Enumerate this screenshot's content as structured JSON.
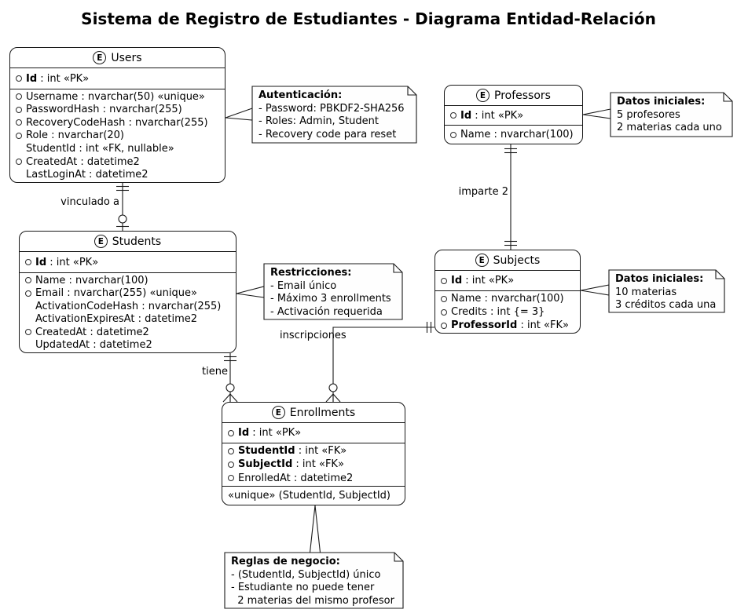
{
  "title": "Sistema de Registro de Estudiantes - Diagrama Entidad-Relación",
  "icon_letter": "E",
  "colors": {
    "border": "#181818",
    "background": "#ffffff",
    "text": "#000000"
  },
  "entities": {
    "users": {
      "name": "Users",
      "pk": {
        "label": "Id",
        "suffix": " : int «PK»",
        "bullet": true,
        "bold": true
      },
      "fields": [
        {
          "label": "Username",
          "suffix": " : nvarchar(50) «unique»",
          "bullet": true,
          "bold": false
        },
        {
          "label": "PasswordHash",
          "suffix": " : nvarchar(255)",
          "bullet": true,
          "bold": false
        },
        {
          "label": "RecoveryCodeHash",
          "suffix": " : nvarchar(255)",
          "bullet": true,
          "bold": false
        },
        {
          "label": "Role",
          "suffix": " : nvarchar(20)",
          "bullet": true,
          "bold": false
        },
        {
          "label": "StudentId",
          "suffix": " : int «FK, nullable»",
          "bullet": false,
          "bold": false
        },
        {
          "label": "CreatedAt",
          "suffix": " : datetime2",
          "bullet": true,
          "bold": false
        },
        {
          "label": "LastLoginAt",
          "suffix": " : datetime2",
          "bullet": false,
          "bold": false
        }
      ]
    },
    "students": {
      "name": "Students",
      "pk": {
        "label": "Id",
        "suffix": " : int «PK»",
        "bullet": true,
        "bold": true
      },
      "fields": [
        {
          "label": "Name",
          "suffix": " : nvarchar(100)",
          "bullet": true,
          "bold": false
        },
        {
          "label": "Email",
          "suffix": " : nvarchar(255) «unique»",
          "bullet": true,
          "bold": false
        },
        {
          "label": "ActivationCodeHash",
          "suffix": " : nvarchar(255)",
          "bullet": false,
          "bold": false
        },
        {
          "label": "ActivationExpiresAt",
          "suffix": " : datetime2",
          "bullet": false,
          "bold": false
        },
        {
          "label": "CreatedAt",
          "suffix": " : datetime2",
          "bullet": true,
          "bold": false
        },
        {
          "label": "UpdatedAt",
          "suffix": " : datetime2",
          "bullet": false,
          "bold": false
        }
      ]
    },
    "professors": {
      "name": "Professors",
      "pk": {
        "label": "Id",
        "suffix": " : int «PK»",
        "bullet": true,
        "bold": true
      },
      "fields": [
        {
          "label": "Name",
          "suffix": " : nvarchar(100)",
          "bullet": true,
          "bold": false
        }
      ]
    },
    "subjects": {
      "name": "Subjects",
      "pk": {
        "label": "Id",
        "suffix": " : int «PK»",
        "bullet": true,
        "bold": true
      },
      "fields": [
        {
          "label": "Name",
          "suffix": " : nvarchar(100)",
          "bullet": true,
          "bold": false
        },
        {
          "label": "Credits",
          "suffix": " : int {= 3}",
          "bullet": true,
          "bold": false
        },
        {
          "label": "ProfessorId",
          "suffix": " : int «FK»",
          "bullet": true,
          "bold": true
        }
      ]
    },
    "enrollments": {
      "name": "Enrollments",
      "pk": {
        "label": "Id",
        "suffix": " : int «PK»",
        "bullet": true,
        "bold": true
      },
      "fields": [
        {
          "label": "StudentId",
          "suffix": " : int «FK»",
          "bullet": true,
          "bold": true
        },
        {
          "label": "SubjectId",
          "suffix": " : int «FK»",
          "bullet": true,
          "bold": true
        },
        {
          "label": "EnrolledAt",
          "suffix": " : datetime2",
          "bullet": true,
          "bold": false
        }
      ],
      "unique_row": "«unique» (StudentId, SubjectId)"
    }
  },
  "notes": {
    "auth": {
      "title": "Autenticación:",
      "lines": [
        "- Password: PBKDF2-SHA256",
        "- Roles: Admin, Student",
        "- Recovery code para reset"
      ]
    },
    "prof_data": {
      "title": "Datos iniciales:",
      "lines": [
        "5 profesores",
        "2 materias cada uno"
      ]
    },
    "restrictions": {
      "title": "Restricciones:",
      "lines": [
        "- Email único",
        "- Máximo 3 enrollments",
        "- Activación requerida"
      ]
    },
    "subj_data": {
      "title": "Datos iniciales:",
      "lines": [
        "10 materias",
        "3 créditos cada una"
      ]
    },
    "rules": {
      "title": "Reglas de negocio:",
      "lines": [
        "- (StudentId, SubjectId) único",
        "- Estudiante no puede tener",
        "  2 materias del mismo profesor"
      ]
    }
  },
  "relations": {
    "users_students": {
      "label": "vinculado a",
      "source": "Users",
      "target": "Students",
      "source_cardinality": "exactly one",
      "target_cardinality": "zero or one"
    },
    "professors_subjects": {
      "label": "imparte 2",
      "source": "Professors",
      "target": "Subjects",
      "source_cardinality": "exactly one",
      "target_cardinality": "exactly one"
    },
    "students_enrollments": {
      "label": "tiene",
      "source": "Students",
      "target": "Enrollments",
      "source_cardinality": "exactly one",
      "target_cardinality": "zero or many"
    },
    "subjects_enrollments": {
      "label": "inscripciones",
      "source": "Subjects",
      "target": "Enrollments",
      "source_cardinality": "exactly one",
      "target_cardinality": "zero or many"
    }
  }
}
